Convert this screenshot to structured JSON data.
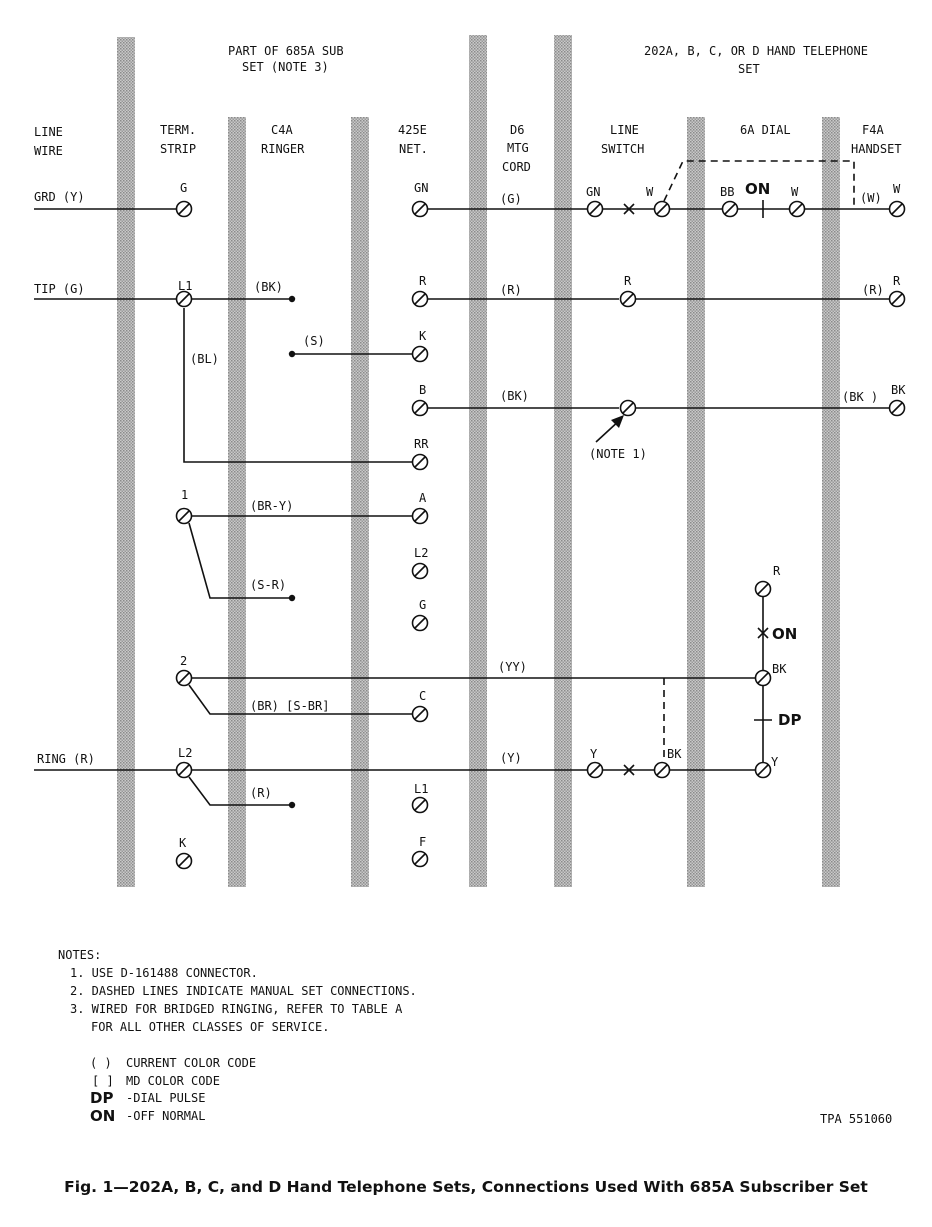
{
  "header": {
    "sub_set": "PART OF 685A SUB",
    "sub_set_2": "SET (NOTE 3)",
    "hand_set": "202A, B, C, OR D HAND TELEPHONE",
    "hand_set_2": "SET"
  },
  "columns": {
    "line_wire": [
      "LINE",
      "WIRE"
    ],
    "term_strip": [
      "TERM.",
      "STRIP"
    ],
    "c4a_ringer": [
      "C4A",
      "RINGER"
    ],
    "net_425e": [
      "425E",
      "NET."
    ],
    "d6_cord": [
      "D6",
      "MTG",
      "CORD"
    ],
    "line_switch": [
      "LINE",
      "SWITCH"
    ],
    "dial_6a": "6A DIAL",
    "f4a_handset": [
      "F4A",
      "HANDSET"
    ]
  },
  "line_labels": {
    "grd": "GRD (Y)",
    "tip": "TIP (G)",
    "ring": "RING (R)"
  },
  "terminals": {
    "ts_g": "G",
    "ts_l1": "L1",
    "ts_1": "1",
    "ts_2": "2",
    "ts_l2": "L2",
    "ts_k": "K",
    "net_gn": "GN",
    "net_r": "R",
    "net_k": "K",
    "net_b": "B",
    "net_rr": "RR",
    "net_a": "A",
    "net_l2": "L2",
    "net_g": "G",
    "net_c": "C",
    "net_l1": "L1",
    "net_f": "F",
    "sw_gn": "GN",
    "sw_w": "W",
    "sw_r": "R",
    "sw_y": "Y",
    "sw_bk": "BK",
    "dial_bb": "BB",
    "dial_w": "W",
    "dial_r": "R",
    "dial_bk": "BK",
    "dial_y": "Y",
    "hs_w": "W",
    "hs_r": "R",
    "hs_bk": "BK"
  },
  "wire_colors": {
    "bk_ringer": "(BK)",
    "s": "(S)",
    "bl": "(BL)",
    "br_y": "(BR-Y)",
    "s_r": "(S-R)",
    "br_s_br": "(BR) [S-BR]",
    "r_ringer": "(R)",
    "g_cord": "(G)",
    "r_cord": "(R)",
    "bk_cord": "(BK)",
    "yy_cord": "(YY)",
    "y_cord": "(Y)",
    "w_hs": "(W)",
    "r_hs": "(R)",
    "bk_hs": "(BK )"
  },
  "marks": {
    "on_dial": "ON",
    "on_right": "ON",
    "dp": "DP",
    "note1": "(NOTE 1)"
  },
  "notes": {
    "heading": "NOTES:",
    "n1": "1. USE D-161488 CONNECTOR.",
    "n2": "2. DASHED LINES INDICATE MANUAL SET CONNECTIONS.",
    "n3a": "3. WIRED FOR BRIDGED RINGING, REFER TO TABLE A",
    "n3b": "FOR ALL OTHER CLASSES OF SERVICE."
  },
  "legend": {
    "paren_sym": "( )",
    "paren_txt": "CURRENT COLOR CODE",
    "brack_sym": "[ ]",
    "brack_txt": "MD COLOR CODE",
    "dp_sym": "DP",
    "dp_txt": "-DIAL PULSE",
    "on_sym": "ON",
    "on_txt": "-OFF NORMAL"
  },
  "drawing_no": "TPA 551060",
  "caption": "Fig. 1—202A, B, C, and D Hand Telephone Sets, Connections Used With 685A Subscriber Set"
}
